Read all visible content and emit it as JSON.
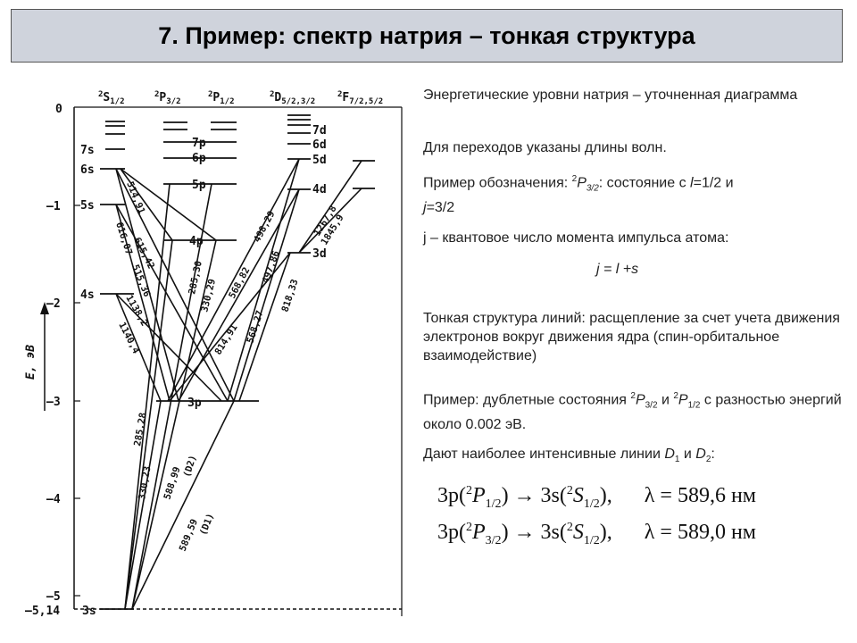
{
  "slide": {
    "title": "7. Пример: спектр натрия – тонкая структура"
  },
  "diagram": {
    "axis_label": "E, эВ",
    "energy_ticks": [
      "0",
      "–1",
      "–2",
      "–3",
      "–4",
      "–5",
      "–5,14"
    ],
    "column_headers": [
      {
        "sup": "2",
        "base": "S",
        "sub": "1/2"
      },
      {
        "sup": "2",
        "base": "P",
        "sub": "3/2"
      },
      {
        "sup": "2",
        "base": "P",
        "sub": "1/2"
      },
      {
        "sup": "2",
        "base": "D",
        "sub": "5/2,3/2"
      },
      {
        "sup": "2",
        "base": "F",
        "sub": "7/2,5/2"
      }
    ],
    "level_labels": [
      "7s",
      "6s",
      "5s",
      "4s",
      "3s",
      "7p",
      "6p",
      "5p",
      "4p",
      "3p",
      "7d",
      "6d",
      "5d",
      "4d",
      "3d"
    ],
    "wavelength_labels": [
      "514,91",
      "616,07",
      "615,42",
      "515,36",
      "1138,2",
      "1140,4",
      "285,30",
      "330,29",
      "498,29",
      "568,82",
      "497,86",
      "568,27",
      "818,33",
      "814,91",
      "1267,8",
      "1845,9",
      "285,28",
      "330,23",
      "588,99",
      "(D2)",
      "589,59",
      "(D1)"
    ]
  },
  "text": {
    "p1": "Энергетические уровни натрия – уточненная диаграмма",
    "p2": "Для переходов указаны длины волн.",
    "p3_prefix": "Пример обозначения: ",
    "p3_sup": "2",
    "p3_P": "P",
    "p3_sub": "3/2",
    "p3_mid": ": состояние с ",
    "p3_l": "l",
    "p3_lval": "=1/2 и",
    "p3_j": "j",
    "p3_jval": "=3/2",
    "p4": "j – квантовое число момента импульса атома:",
    "formula_j": "j = l +s",
    "p5": "Тонкая структура линий: расщепление за счет учета движения электронов вокруг движения ядра (спин-орбитальное взаимодействие)",
    "p6_a": "Пример: дублетные состояния ",
    "p6_sup1": "2",
    "p6_P1": "P",
    "p6_sub1": "3/2",
    "p6_and": " и  ",
    "p6_sup2": "2",
    "p6_P2": "P",
    "p6_sub2": "1/2",
    "p6_b": " с разностью энергий около 0.002 эВ.",
    "p7_a": "Дают наиболее интенсивные линии ",
    "p7_D1": "D",
    "p7_D1s": "1",
    "p7_and": " и ",
    "p7_D2": "D",
    "p7_D2s": "2",
    "p7_end": ":"
  },
  "formulas": [
    {
      "left": "3p(",
      "sup": "2",
      "P": "P",
      "sub": "1/2",
      "mid": ") → 3s(",
      "sup2": "2",
      "S": "S",
      "sub2": "1/2",
      "end": "),",
      "lambda": "λ = 589,6 нм"
    },
    {
      "left": "3p(",
      "sup": "2",
      "P": "P",
      "sub": "3/2",
      "mid": ") → 3s(",
      "sup2": "2",
      "S": "S",
      "sub2": "1/2",
      "end": "),",
      "lambda": "λ = 589,0 нм"
    }
  ]
}
